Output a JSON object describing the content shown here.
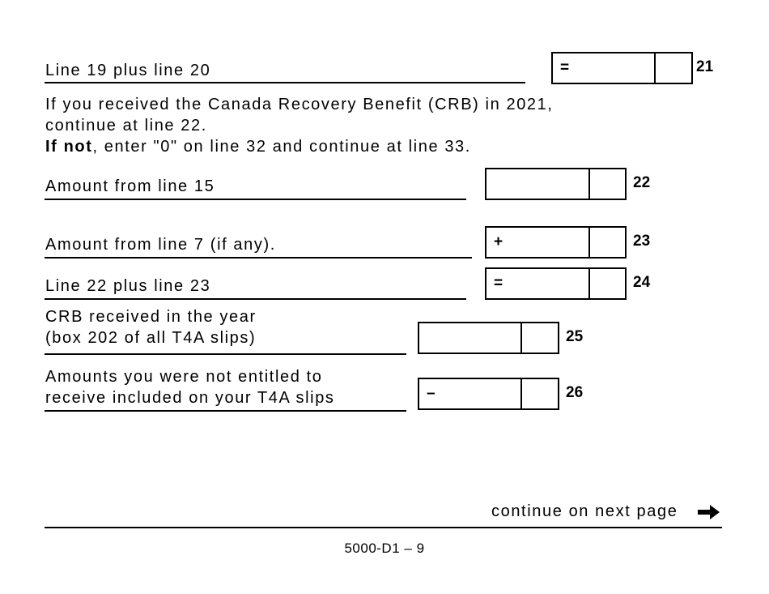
{
  "rows": [
    {
      "line": "21",
      "label_lines": [
        "Line 19 plus line 20"
      ],
      "sign": "=",
      "value": "",
      "cents": ""
    },
    {
      "line": "22",
      "label_lines": [
        "Amount from line 15"
      ],
      "sign": "",
      "value": "",
      "cents": ""
    },
    {
      "line": "23",
      "label_lines": [
        "Amount from line 7 (if any)."
      ],
      "sign": "+",
      "value": "",
      "cents": ""
    },
    {
      "line": "24",
      "label_lines": [
        "Line 22 plus line 23"
      ],
      "sign": "=",
      "value": "",
      "cents": ""
    },
    {
      "line": "25",
      "label_lines": [
        "CRB received in the year",
        "(box 202 of all T4A slips)"
      ],
      "sign": "",
      "value": "",
      "cents": ""
    },
    {
      "line": "26",
      "label_lines": [
        "Amounts you were not entitled to",
        "receive included on your T4A slips"
      ],
      "sign": "–",
      "value": "",
      "cents": ""
    }
  ],
  "instructions": {
    "line1": "If you received the Canada Recovery Benefit (CRB) in 2021,",
    "line2": "continue at line 22.",
    "line3_bold": "If not",
    "line3_rest": ", enter \"0\" on line 32 and continue at line 33."
  },
  "footer": {
    "continue_text": "continue on next page",
    "arrow_icon": "➔",
    "page_id": "5000-D1 – 9"
  }
}
